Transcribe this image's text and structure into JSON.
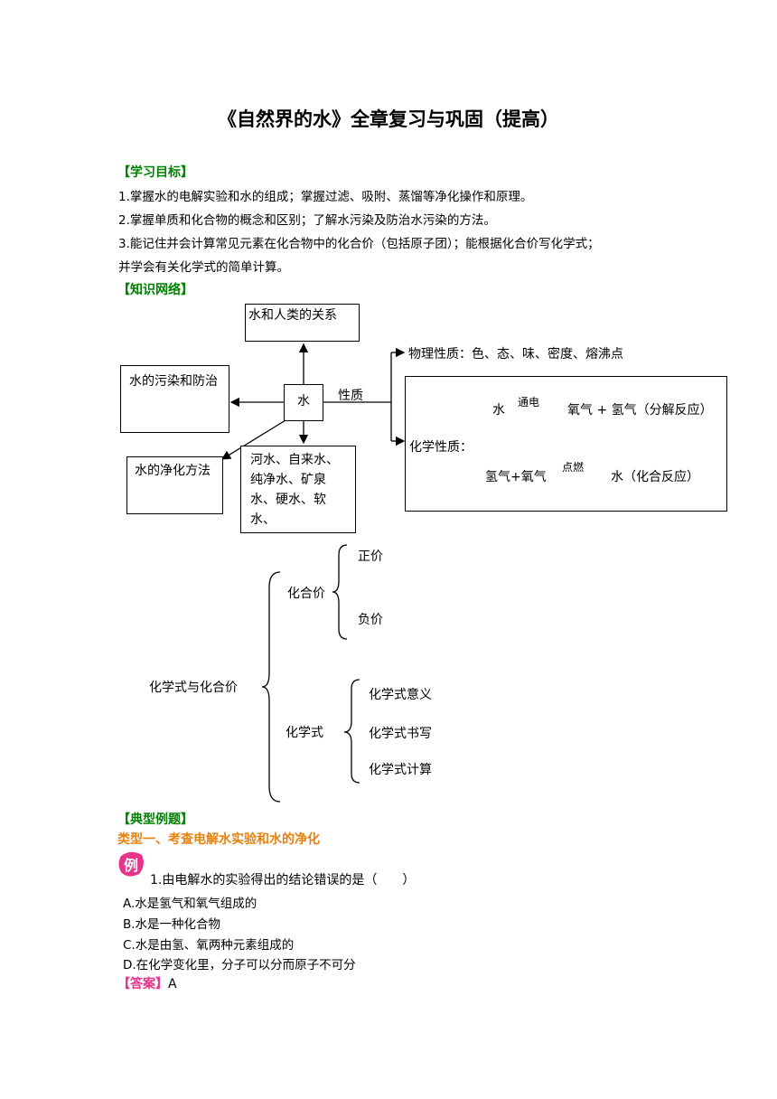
{
  "title": "《自然界的水》全章复习与巩固（提高）",
  "objectives": {
    "heading": "【学习目标】",
    "items": [
      "1.掌握水的电解实验和水的组成；掌握过滤、吸附、蒸馏等净化操作和原理。",
      "2.掌握单质和化合物的概念和区别；了解水污染及防治水污染的方法。",
      "3.能记住并会计算常见元素在化合物中的化合价（包括原子团）；能根据化合价写化学式；",
      "并学会有关化学式的简单计算。"
    ]
  },
  "network": {
    "heading": "【知识网络】",
    "water_map": {
      "center": "水",
      "relation": "水和人类的关系",
      "pollution": "水的污染和防治",
      "purification": "水的净化方法",
      "types": "河水、自来水、纯净水、矿泉水、硬水、软水、",
      "properties_label": "性质",
      "physical": "物理性质：色、态、味、密度、熔沸点",
      "chemical_label": "化学性质：",
      "reaction1_reactant": "水",
      "reaction1_condition": "通电",
      "reaction1_products": "氧气 + 氢气（分解反应）",
      "reaction2_reactants": "氢气+氧气",
      "reaction2_condition": "点燃",
      "reaction2_products": "水（化合反应）"
    },
    "formula_map": {
      "root": "化学式与化合价",
      "valence": "化合价",
      "positive": "正价",
      "negative": "负价",
      "formula": "化学式",
      "meaning": "化学式意义",
      "writing": "化学式书写",
      "calculation": "化学式计算"
    }
  },
  "examples": {
    "heading": "【典型例题】",
    "type1": "类型一、考查电解水实验和水的净化",
    "badge": "例",
    "question": "1.由电解水的实验得出的结论错误的是（　　）",
    "options": [
      "A.水是氢气和氧气组成的",
      "B.水是一种化合物",
      "C.水是由氢、氧两种元素组成的",
      "D.在化学变化里，分子可以分而原子不可分"
    ],
    "answer_label": "【答案】",
    "answer": "A"
  },
  "colors": {
    "section_green": "#008000",
    "type_orange": "#e6820e",
    "badge_pink": "#e8338a"
  }
}
